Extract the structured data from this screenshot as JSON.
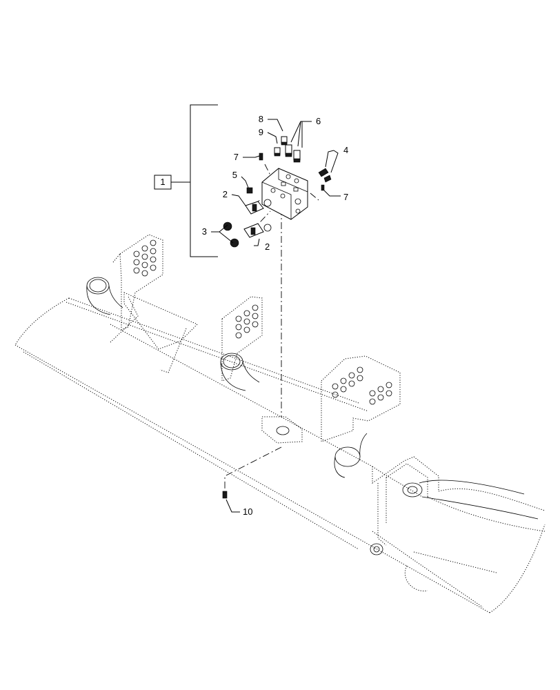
{
  "diagram": {
    "callouts": {
      "c1": "1",
      "c2a": "2",
      "c2b": "2",
      "c3": "3",
      "c4": "4",
      "c5": "5",
      "c6": "6",
      "c7a": "7",
      "c7b": "7",
      "c8": "8",
      "c9": "9",
      "c10": "10"
    },
    "colors": {
      "line": "#000000",
      "background": "#ffffff"
    }
  }
}
